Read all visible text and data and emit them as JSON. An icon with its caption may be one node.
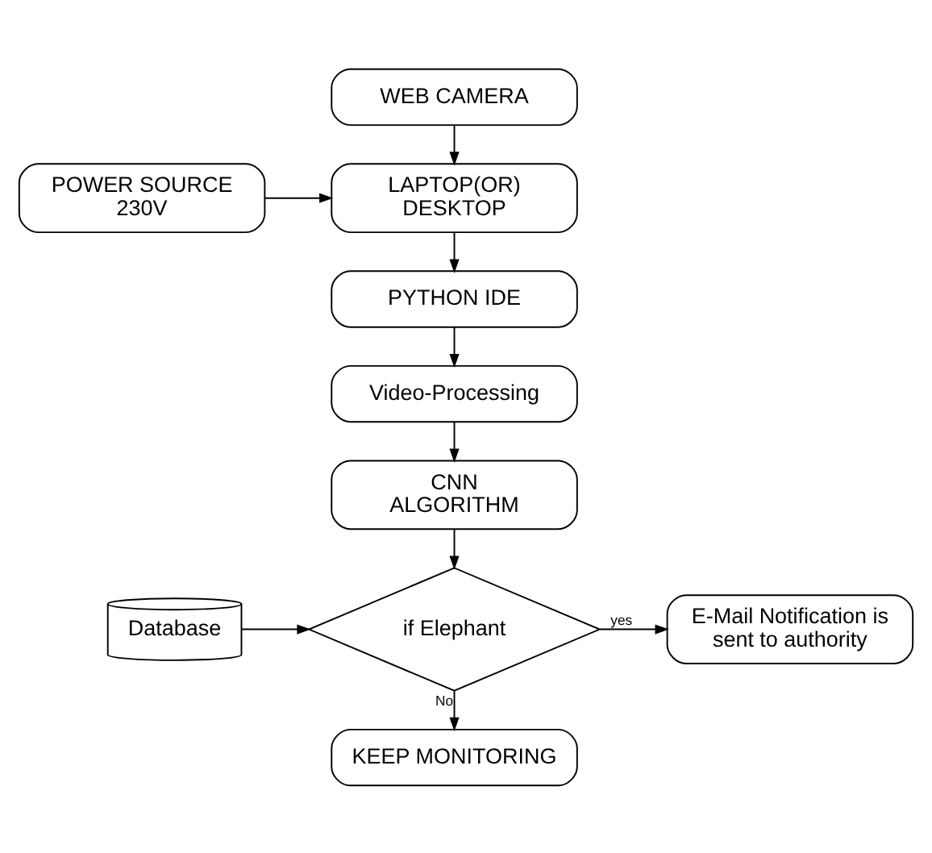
{
  "diagram": {
    "nodes": [
      {
        "text": [
          "WEB CAMERA"
        ]
      },
      {
        "text": [
          "LAPTOP(OR) DESKTOP"
        ]
      },
      {
        "text": [
          "POWER SOURCE 230V"
        ]
      },
      {
        "text": [
          "PYTHON IDE"
        ]
      },
      {
        "text": [
          "Video-Processing"
        ]
      },
      {
        "text": [
          "CNN ALGORITHM"
        ]
      },
      {
        "text": [
          "Database"
        ]
      },
      {
        "text": [
          "if Elephant"
        ]
      },
      {
        "text": [
          "E-Mail Notification is sent to authority"
        ]
      },
      {
        "text": [
          "KEEP MONITORING"
        ]
      }
    ],
    "edges": [
      {
        "from": 0,
        "to": 1,
        "arrow": "to"
      },
      {
        "from": 2,
        "to": 1,
        "arrow": "to"
      },
      {
        "from": 1,
        "to": 3,
        "arrow": "to"
      },
      {
        "from": 3,
        "to": 4,
        "arrow": "to"
      },
      {
        "from": 4,
        "to": 5,
        "arrow": "to"
      },
      {
        "from": 5,
        "to": 7,
        "arrow": "to"
      },
      {
        "from": 6,
        "to": 7,
        "arrow": "to"
      },
      {
        "from": 7,
        "to": 8,
        "label": "yes",
        "arrow": "to"
      },
      {
        "from": 7,
        "to": 9,
        "label": "No",
        "arrow": "to"
      }
    ]
  }
}
